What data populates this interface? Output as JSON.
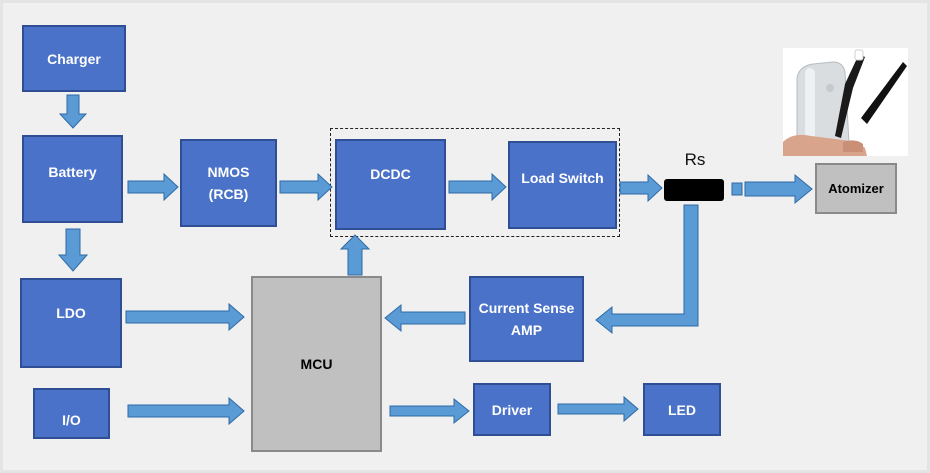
{
  "blocks": {
    "charger": "Charger",
    "battery": "Battery",
    "nmos": "NMOS\n(RCB)",
    "dcdc": "DCDC",
    "load_switch": "Load Switch",
    "ldo": "LDO",
    "io": "I/O",
    "mcu": "MCU",
    "current_sense": "Current Sense\nAMP",
    "driver": "Driver",
    "led": "LED",
    "atomizer": "Atomizer"
  },
  "resistor_label": "Rs",
  "colors": {
    "block_fill": "#4a72c8",
    "block_border": "#2f4e93",
    "arrow_fill": "#5b9bd5",
    "arrow_stroke": "#2e6aa6",
    "gray_fill": "#c0c0c0"
  }
}
